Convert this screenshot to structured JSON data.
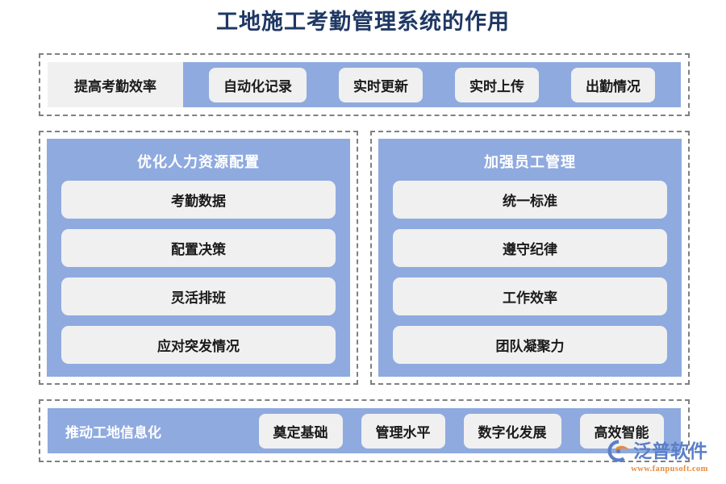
{
  "page": {
    "title": "工地施工考勤管理系统的作用",
    "title_color": "#1F3864",
    "accent_blue": "#8FAADF",
    "chip_gray": "#F0F0F0",
    "border_color": "#808080"
  },
  "sections": {
    "top": {
      "label": "提高考勤效率",
      "chips": [
        {
          "label": "自动化记录"
        },
        {
          "label": "实时更新"
        },
        {
          "label": "实时上传"
        },
        {
          "label": "出勤情况"
        }
      ]
    },
    "middle": {
      "columns": [
        {
          "heading": "优化人力资源配置",
          "items": [
            {
              "label": "考勤数据"
            },
            {
              "label": "配置决策"
            },
            {
              "label": "灵活排班"
            },
            {
              "label": "应对突发情况"
            }
          ]
        },
        {
          "heading": "加强员工管理",
          "items": [
            {
              "label": "统一标准"
            },
            {
              "label": "遵守纪律"
            },
            {
              "label": "工作效率"
            },
            {
              "label": "团队凝聚力"
            }
          ]
        }
      ]
    },
    "bottom": {
      "label": "推动工地信息化",
      "chips": [
        {
          "label": "奠定基础"
        },
        {
          "label": "管理水平"
        },
        {
          "label": "数字化发展"
        },
        {
          "label": "高效智能"
        }
      ]
    }
  },
  "logo": {
    "name": "泛普软件",
    "url": "www.fanpusoft.com",
    "text_color": "#5B7FC7",
    "url_color": "#E98A3C"
  }
}
